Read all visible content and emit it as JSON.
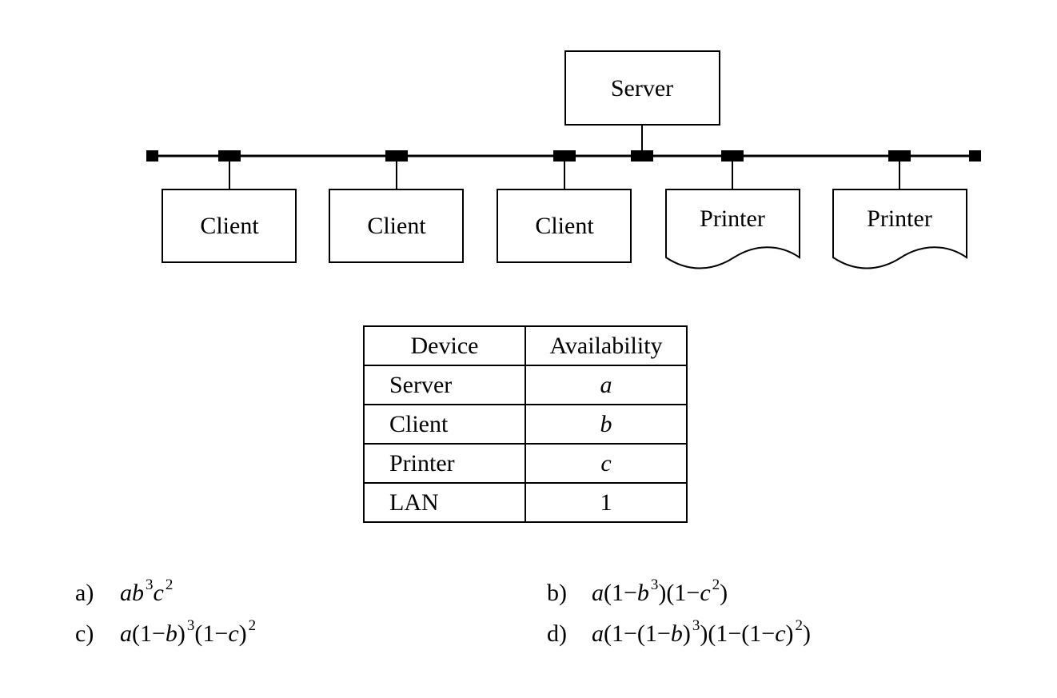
{
  "diagram": {
    "server": "Server",
    "clients": [
      "Client",
      "Client",
      "Client"
    ],
    "printers": [
      "Printer",
      "Printer"
    ]
  },
  "table": {
    "headers": [
      "Device",
      "Availability"
    ],
    "rows": [
      {
        "device": "Server",
        "availability": "a"
      },
      {
        "device": "Client",
        "availability": "b"
      },
      {
        "device": "Printer",
        "availability": "c"
      },
      {
        "device": "LAN",
        "availability": "1"
      }
    ]
  },
  "options": [
    {
      "label": "a)",
      "expression": "ab^3c^2"
    },
    {
      "label": "b)",
      "expression": "a(1−b^3)(1−c^2)"
    },
    {
      "label": "c)",
      "expression": "a(1−b)^3(1−c)^2"
    },
    {
      "label": "d)",
      "expression": "a(1−(1−b)^3)(1−(1−c)^2)"
    }
  ]
}
